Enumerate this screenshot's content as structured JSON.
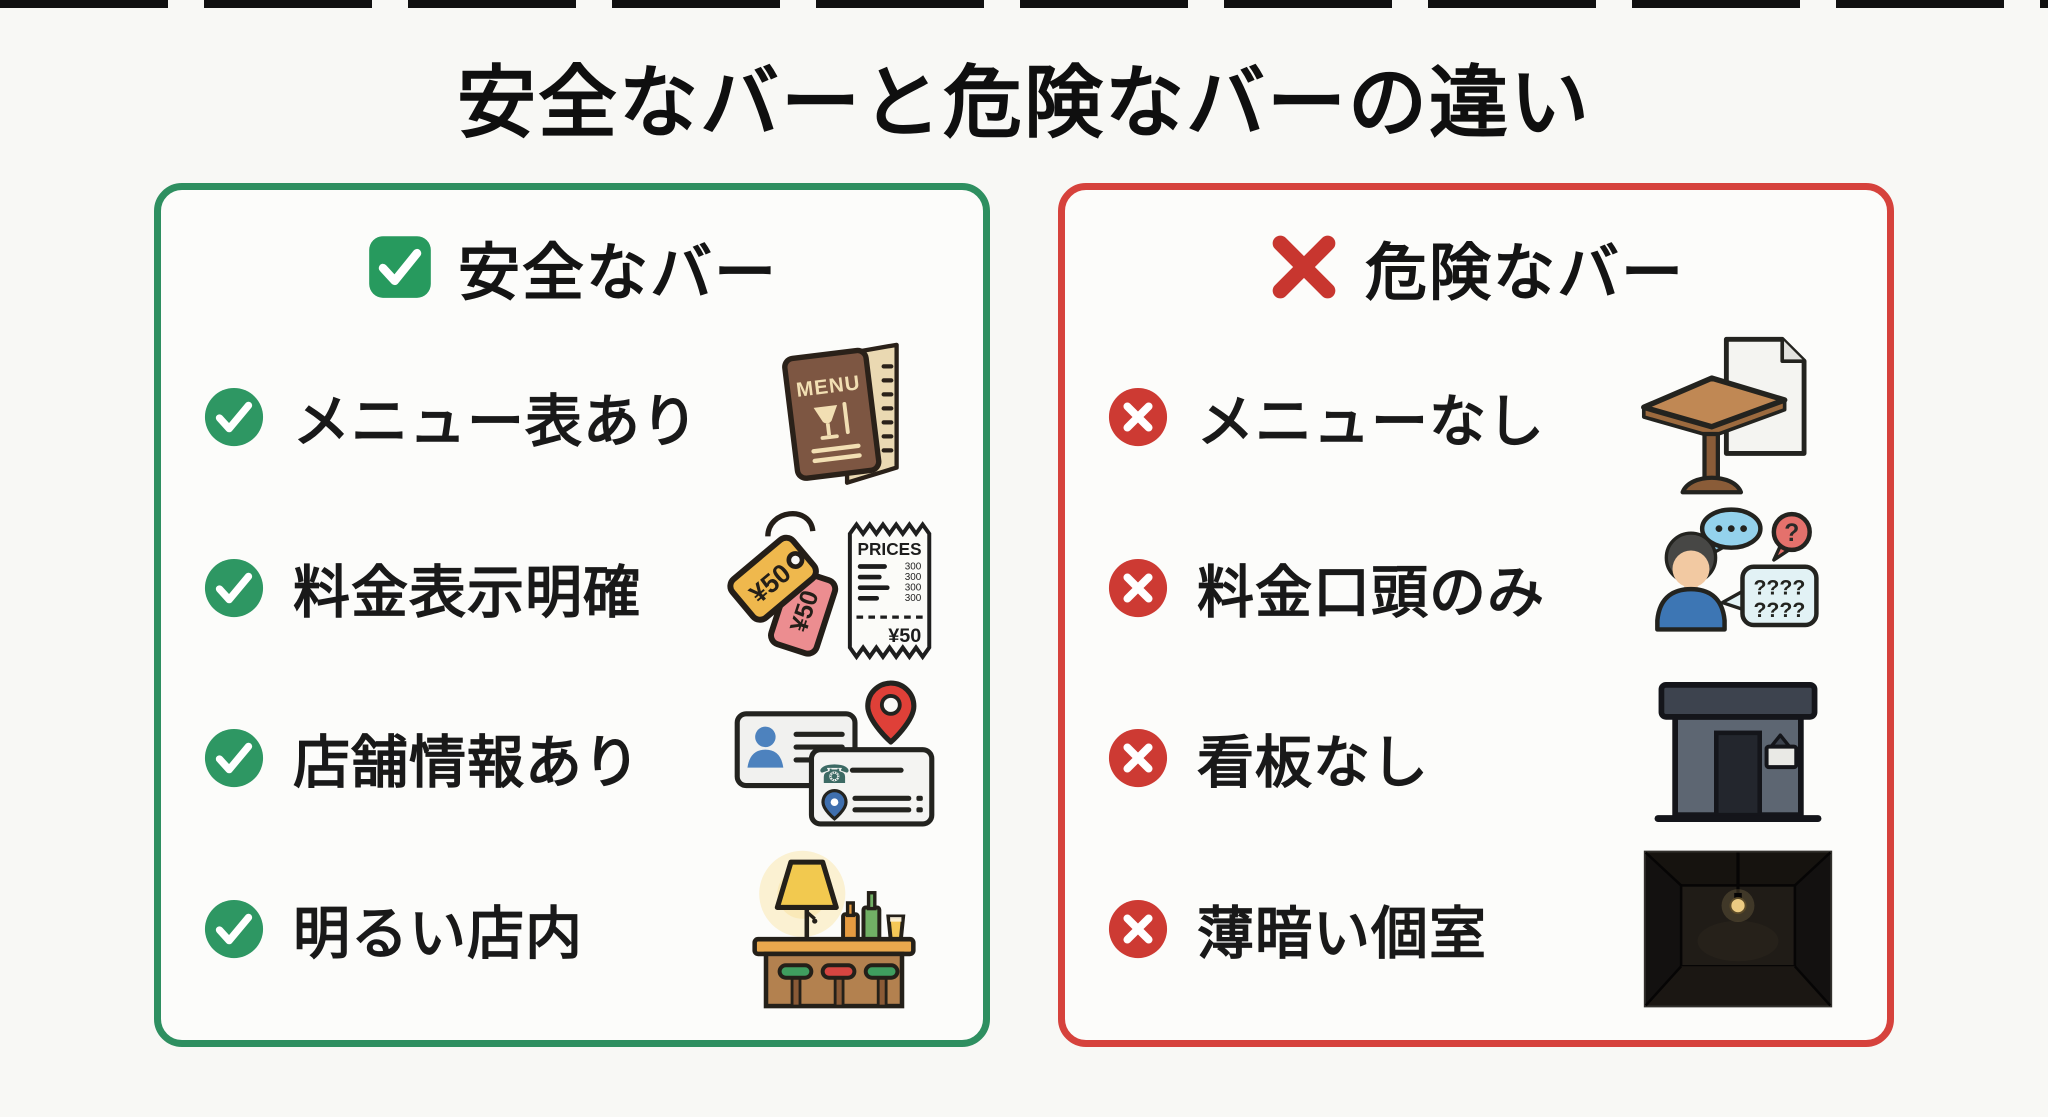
{
  "title": "安全なバーと危険なバーの違い",
  "safe_panel": {
    "header_label": "安全なバー",
    "items": [
      {
        "label": "メニュー表あり",
        "icon": "menu-book-icon"
      },
      {
        "label": "料金表示明確",
        "icon": "price-tags-receipt-icon"
      },
      {
        "label": "店舗情報あり",
        "icon": "shop-info-cards-icon"
      },
      {
        "label": "明るい店内",
        "icon": "bright-bar-counter-icon"
      }
    ]
  },
  "danger_panel": {
    "header_label": "危険なバー",
    "items": [
      {
        "label": "メニューなし",
        "icon": "empty-table-paper-icon"
      },
      {
        "label": "料金口頭のみ",
        "icon": "verbal-only-person-icon"
      },
      {
        "label": "看板なし",
        "icon": "no-sign-storefront-icon"
      },
      {
        "label": "薄暗い個室",
        "icon": "dark-private-room-icon"
      }
    ]
  },
  "icon_text": {
    "menu_title": "MENU",
    "receipt_title": "PRICES",
    "tag_price": "¥50",
    "receipt_line_amount": "300",
    "receipt_total": "¥50",
    "question_bubble": "?",
    "unknown_price_line1": "????",
    "unknown_price_line2": "????"
  },
  "colors": {
    "safe_green": "#2e9763",
    "safe_border_green": "#2e8f60",
    "danger_red": "#cd3a33",
    "danger_border_red": "#d6423c",
    "text_black": "#191919",
    "background": "#f8f8f5"
  }
}
